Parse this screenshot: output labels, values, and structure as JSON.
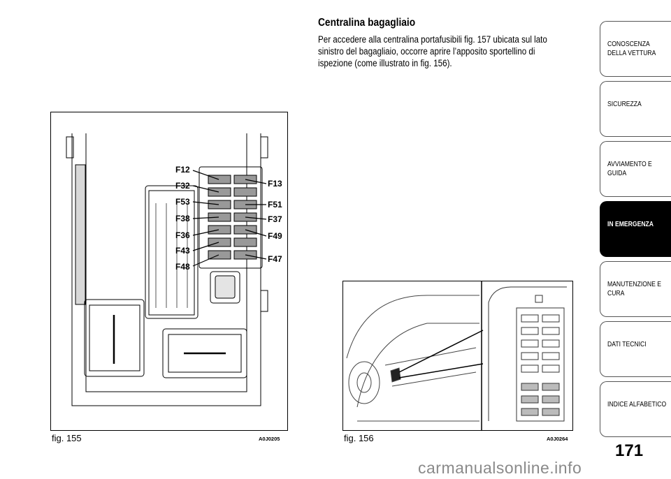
{
  "section": {
    "title": "Centralina bagagliaio",
    "text": "Per accedere alla centralina portafusibili fig. 157 ubicata sul lato sinistro del bagagliaio, occorre aprire l’apposito sportellino di ispezione (come illustrato in fig. 156)."
  },
  "figure155": {
    "caption": "fig. 155",
    "code": "A0J0205",
    "fuses_left": [
      "F12",
      "F32",
      "F53",
      "F38",
      "F36",
      "F43",
      "F48"
    ],
    "fuses_right": [
      "F13",
      "F51",
      "F37",
      "F49",
      "F47"
    ]
  },
  "figure156": {
    "caption": "fig. 156",
    "code": "A0J0264"
  },
  "tabs": [
    {
      "label": "CONOSCENZA\nDELLA VETTURA",
      "active": false
    },
    {
      "label": "SICUREZZA",
      "active": false
    },
    {
      "label": "AVVIAMENTO E\nGUIDA",
      "active": false
    },
    {
      "label": "IN EMERGENZA",
      "active": true
    },
    {
      "label": "MANUTENZIONE E\nCURA",
      "active": false
    },
    {
      "label": "DATI TECNICI",
      "active": false
    },
    {
      "label": "INDICE ALFABETICO",
      "active": false
    }
  ],
  "page_number": "171",
  "watermark": "carmanualsonline.info"
}
